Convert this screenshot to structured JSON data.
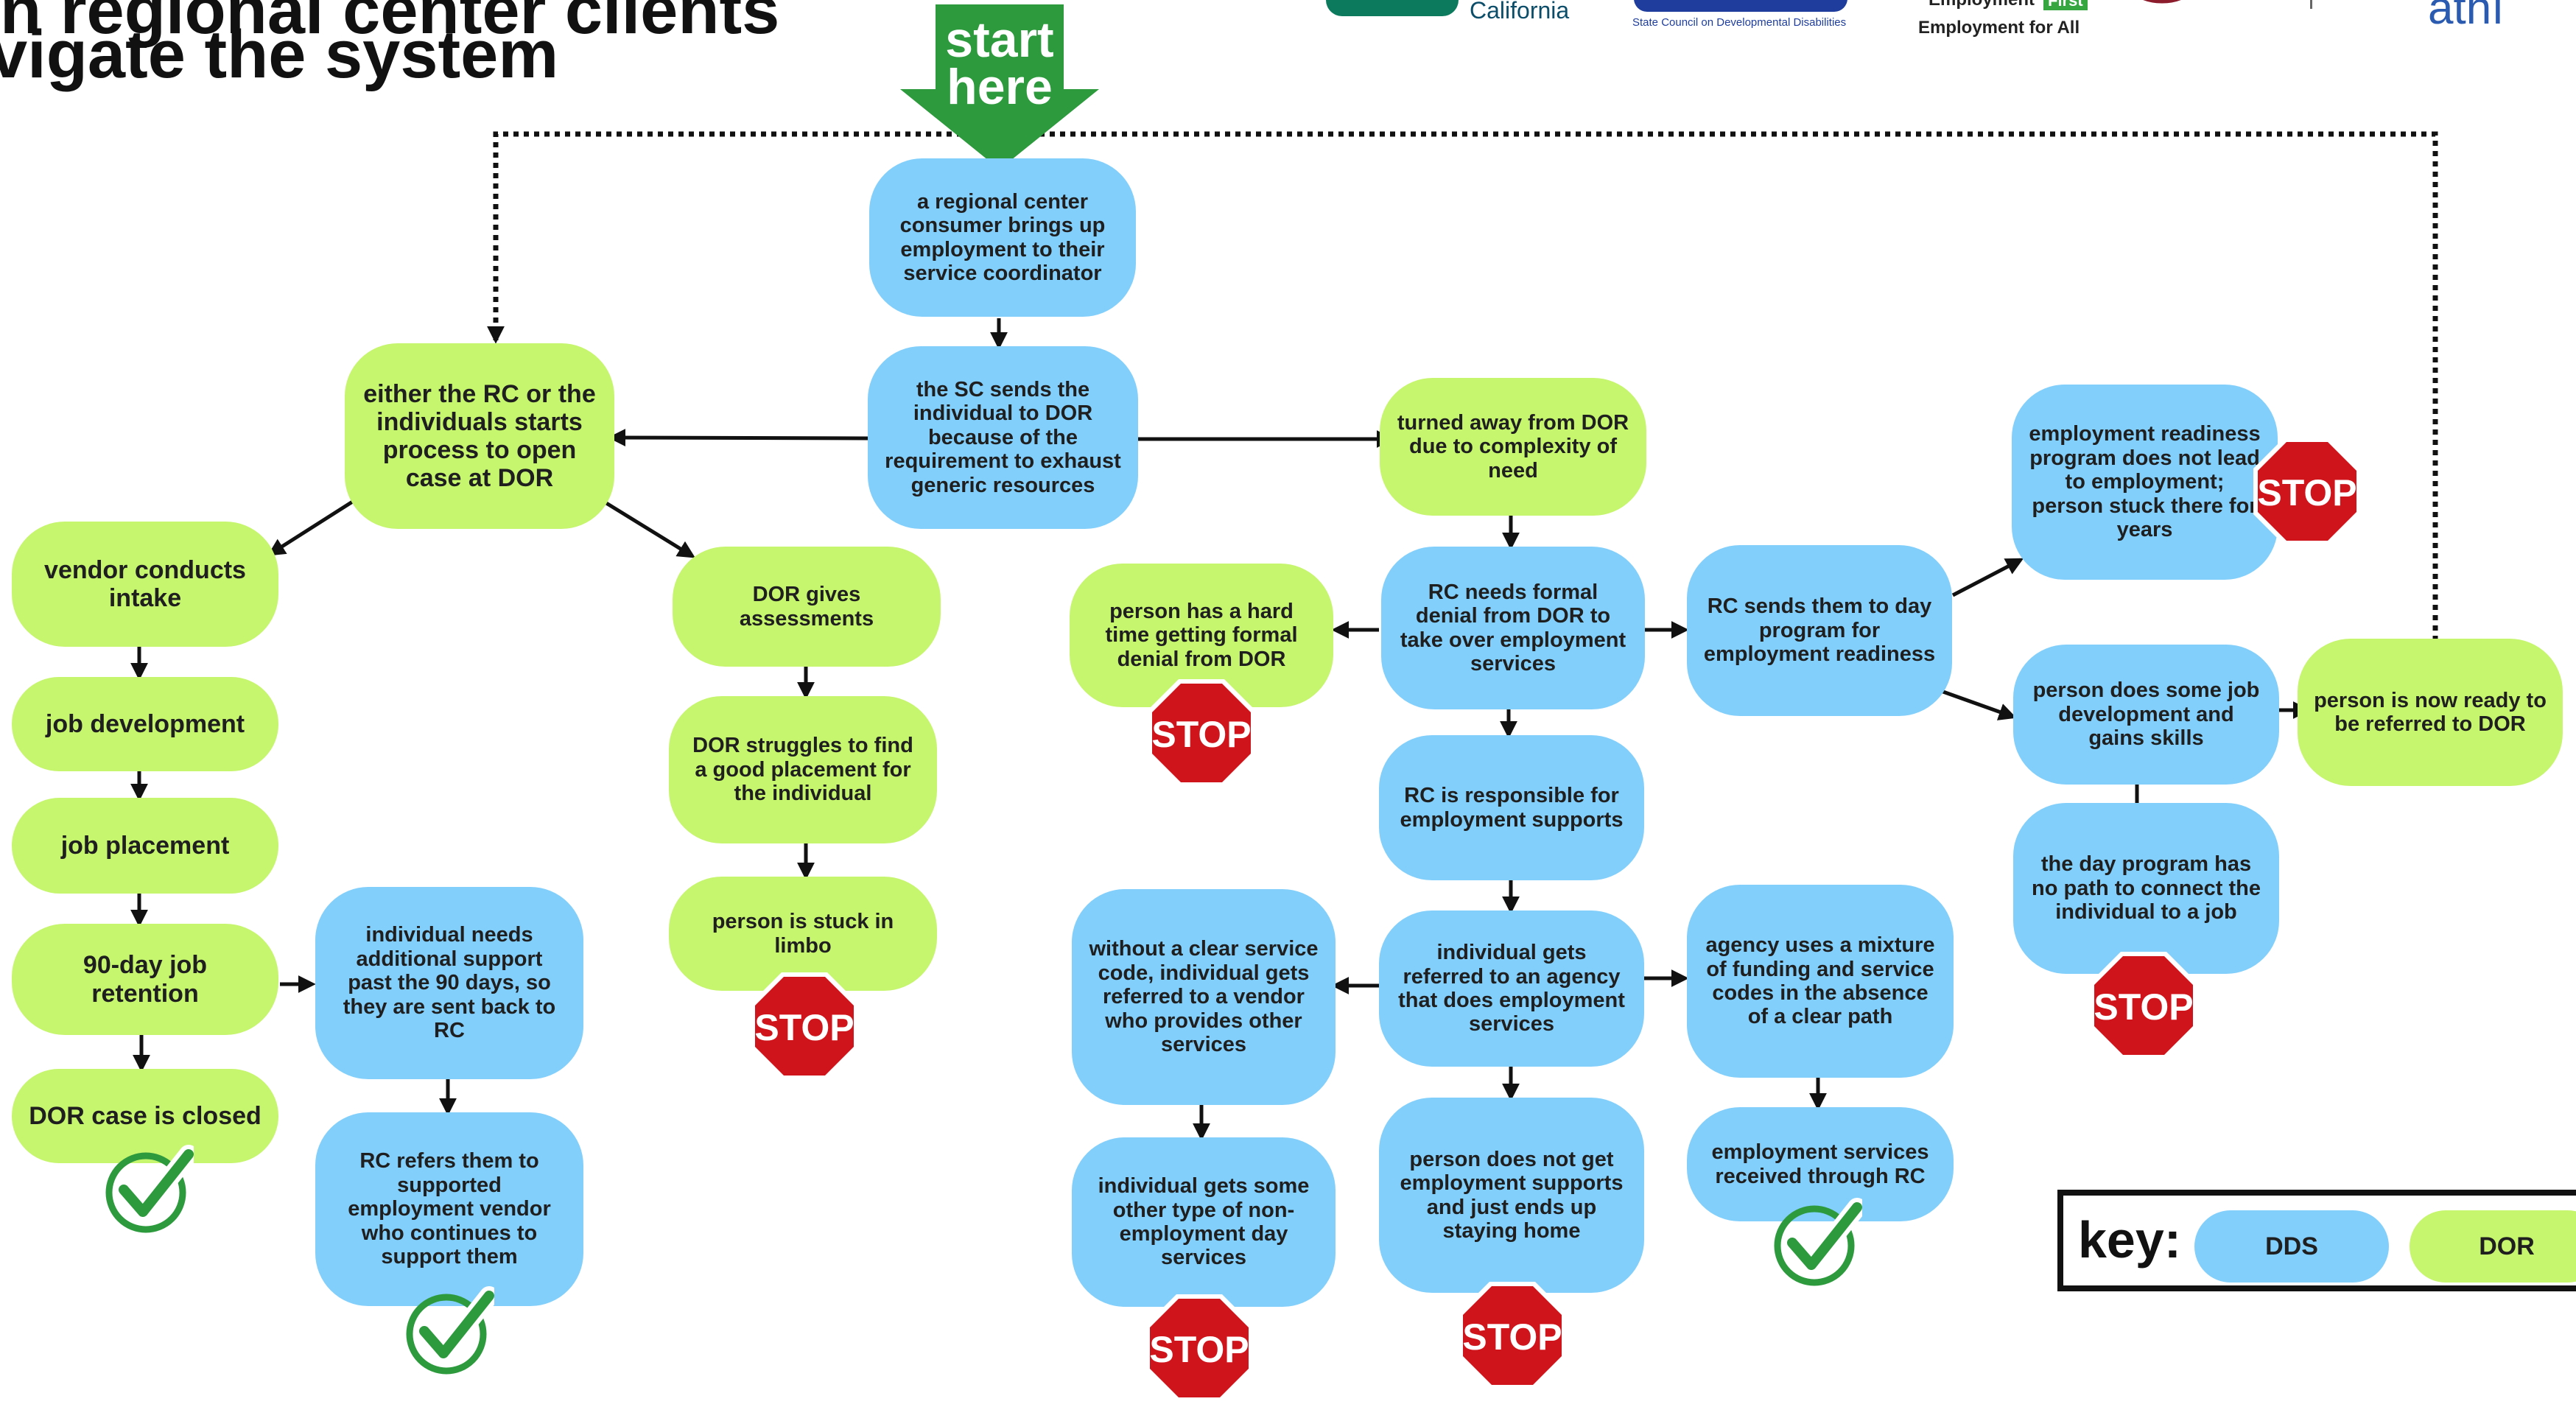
{
  "title": {
    "line1": "n regional center clients",
    "line2": "vigate the system"
  },
  "start_label_1": "start",
  "start_label_2": "here",
  "logos": {
    "ca_fragment": "California",
    "scdd_fragment": "State Council on Developmental Disabilities",
    "ef_fragment_1": "Employment",
    "ef_fragment_first": "First",
    "ef_fragment_2": "Employment for All",
    "pathways_fragment": "athı"
  },
  "colors": {
    "dds": "#82cffc",
    "dor": "#c6f56e",
    "start": "#2e9a3e",
    "stop": "#d0141b",
    "check": "#2e9a3e"
  },
  "nodes": {
    "n1": "a regional center consumer brings up employment to their service coordinator",
    "n2": "the SC sends the individual to DOR because of the requirement to exhaust generic resources",
    "n3": "either the RC or the individuals starts process to open case at DOR",
    "n4": "vendor conducts intake",
    "n5": "job development",
    "n6": "job placement",
    "n7": "90-day job retention",
    "n8": "DOR case is closed",
    "n9": "individual needs additional support past the 90 days, so they are sent back to RC",
    "n10": "RC refers them to supported employment vendor who continues to support them",
    "n11": "DOR gives assessments",
    "n12": "DOR struggles to find a good placement for the individual",
    "n13": "person is stuck in limbo",
    "n14": "turned away from DOR due to complexity of need",
    "n15": "RC needs formal denial from DOR to take over employment services",
    "n16": "person has a hard time getting formal denial from DOR",
    "n17": "RC is responsible for employment supports",
    "n18": "individual gets referred to an agency that does employment services",
    "n19": "without a clear service code, individual gets referred to a vendor who provides other services",
    "n20": "individual gets some other type of non-employment day services",
    "n21": "person does not get employment supports and just ends up staying home",
    "n22": "agency uses a mixture of funding and service codes in the absence of a clear path",
    "n23": "employment services received through RC",
    "n24": "RC sends them to day program for employment readiness",
    "n25": "employment readiness program does not lead to employment; person stuck there for years",
    "n26": "person does some job development and gains skills",
    "n27": "the day program has no path to connect the individual to a job",
    "n28": "person is now ready to be referred to DOR"
  },
  "stop_text": "STOP",
  "key": {
    "label": "key:",
    "dds": "DDS",
    "dor": "DOR"
  }
}
